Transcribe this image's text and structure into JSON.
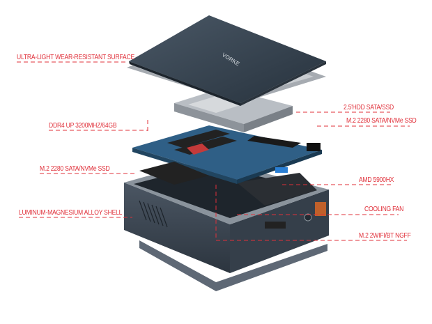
{
  "brand_logo": "VORKE",
  "colors": {
    "callout": "#e0303a",
    "shell": "#3a4552",
    "board": "#2f5f86"
  },
  "labels": {
    "surface": "ULTRA-LIGHT WEAR-RESISTANT SURFACE",
    "ddr4": "DDR4 UP 3200MHZ/64GB",
    "m2_left": "M.2 2280 SATA/NVMe SSD",
    "shell": "LUMINUM-MAGNESIUM ALLOY SHELL",
    "hdd": "2.5'HDD SATA/SSD",
    "m2_right": "M.2 2280 SATA/NVMe SSD",
    "cpu": "AMD 5900HX",
    "fan": "COOLING FAN",
    "wifi": "M.2 2WIFI/BT NGFF"
  }
}
